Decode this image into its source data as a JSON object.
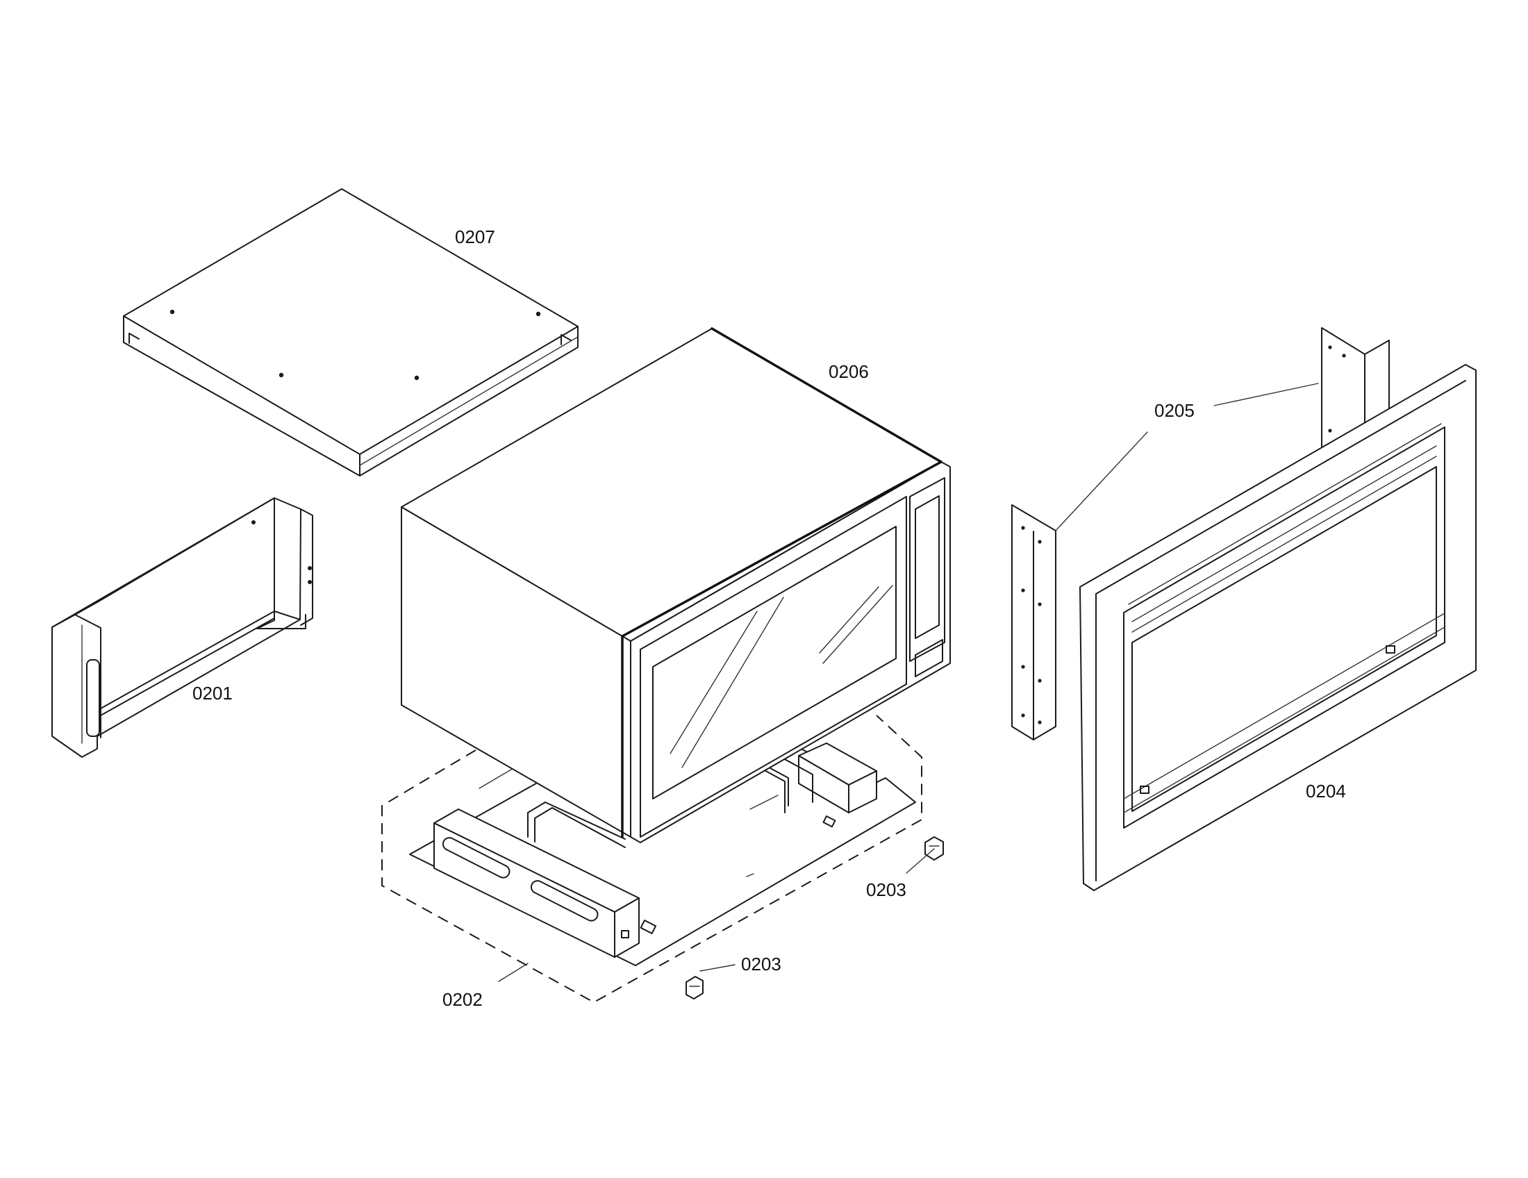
{
  "labels": {
    "cover": "0207",
    "cabinet": "0206",
    "side_bracket": "0201",
    "base_tray": "0202",
    "clip_right": "0203",
    "clip_left": "0203",
    "frame": "0204",
    "mount_brackets": "0205"
  }
}
